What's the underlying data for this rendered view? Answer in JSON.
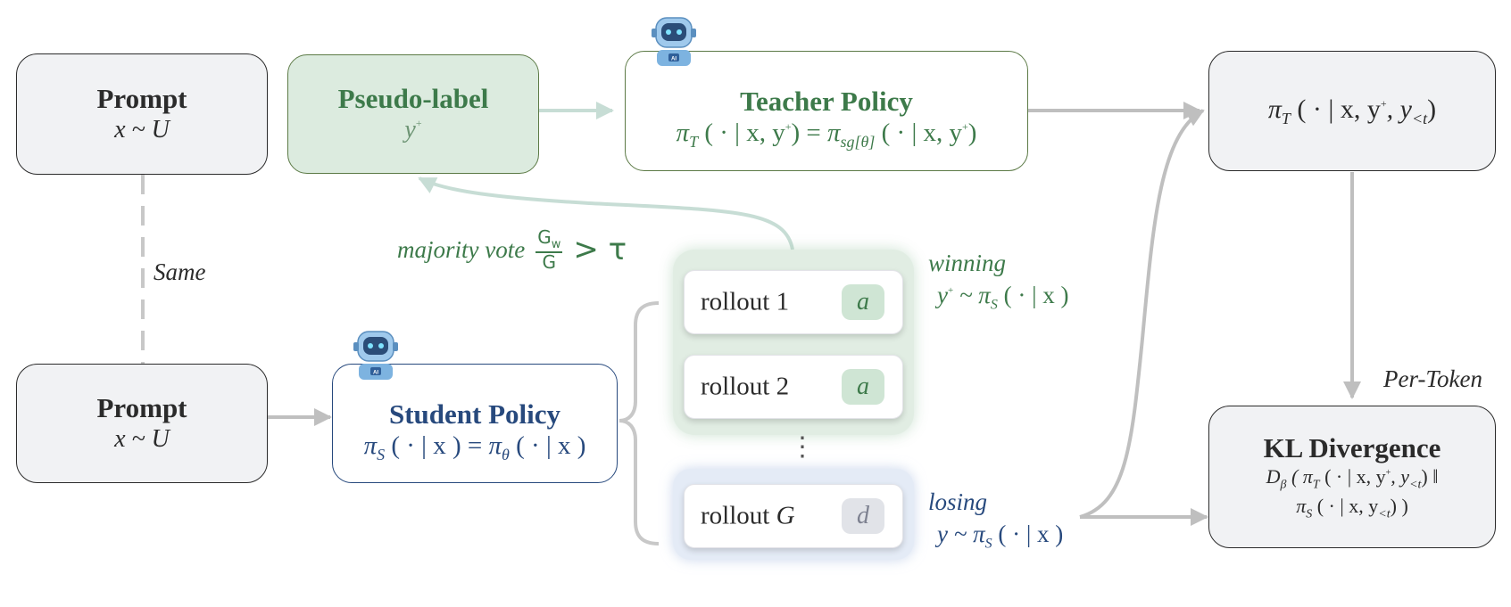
{
  "prompt_top": {
    "title": "Prompt",
    "formula": "x ~ U"
  },
  "prompt_bottom": {
    "title": "Prompt",
    "formula": "x ~ U"
  },
  "same_label": "Same",
  "pseudo_label": {
    "title": "Pseudo-label",
    "formula": "y",
    "formula_sup": "+"
  },
  "teacher": {
    "title": "Teacher Policy",
    "lhs_pi": "π",
    "lhs_sub": "T",
    "lhs_args": "( · | x, y",
    "sup": "+",
    "eq": ") = ",
    "rhs_pi": "π",
    "rhs_sub": "sg[θ]",
    "rhs_args": "( · | x, y",
    "rhs_close": ")"
  },
  "teacher_out": {
    "pi": "π",
    "sub": "T",
    "args": "( · | x, y",
    "sup": "+",
    "tail": ", y",
    "tail_sub": "<t",
    "close": ")"
  },
  "student": {
    "title": "Student Policy",
    "lhs_pi": "π",
    "lhs_sub": "S",
    "lhs_args": "( · | x ) = ",
    "rhs_pi": "π",
    "rhs_sub": "θ",
    "rhs_args": "( · | x )"
  },
  "majority_vote": {
    "label": "majority vote",
    "num": "G",
    "num_sub": "w",
    "den": "G",
    "op": "> τ"
  },
  "rollouts": [
    {
      "label": "rollout 1",
      "answer": "a"
    },
    {
      "label": "rollout 2",
      "answer": "a"
    },
    {
      "label": "rollout ",
      "label_italic": "G",
      "answer": "d"
    }
  ],
  "ellipsis": "⋮",
  "winning": {
    "label": "winning",
    "formula_pre": "y",
    "sup": "+",
    "formula_mid": " ~ π",
    "sub": "S",
    "formula_post": " ( · | x )"
  },
  "losing": {
    "label": "losing",
    "formula_pre": "y ~ π",
    "sub": "S",
    "formula_post": " ( · | x )"
  },
  "per_token": "Per-Token",
  "kl": {
    "title": "KL Divergence",
    "line1_pre": "D",
    "line1_beta": "β",
    "line1_mid": " ( π",
    "line1_T": "T",
    "line1_args": " ( · | x, y",
    "line1_sup": "+",
    "line1_tail": ", y",
    "line1_sub": "<t",
    "line1_close": ") ‖",
    "line2_pi": "π",
    "line2_S": "S",
    "line2_args": " ( · | x, y",
    "line2_sub": "<t",
    "line2_close": ") )"
  },
  "colors": {
    "green": "#3d7a4a",
    "blue": "#27497d",
    "gray": "#bfbfbf",
    "green_fill": "#dcebdf",
    "blue_fill": "#e4ebf6"
  },
  "icons": [
    "robot-icon"
  ]
}
